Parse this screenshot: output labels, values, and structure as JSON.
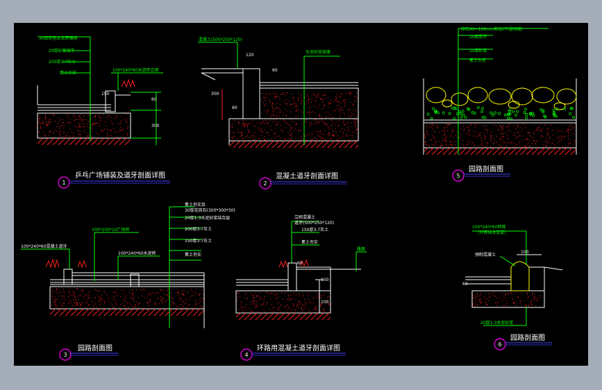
{
  "colors": {
    "background": "#000000",
    "frame": "#a4adb8",
    "line": "#ffffff",
    "leader": "#00ff00",
    "annotation": "#00ff00",
    "fill_dots": "#ff2020",
    "rock": "#ffff00",
    "callout_ring": "#ff00ff",
    "callout_underline": "#4040ff",
    "title": "#ffffff"
  },
  "details": [
    {
      "num": "1",
      "title": "乒乓广场铺装及道牙剖面详图"
    },
    {
      "num": "2",
      "title": "混凝土道牙剖面详图"
    },
    {
      "num": "3",
      "title": "园路剖面图"
    },
    {
      "num": "4",
      "title": "环路用混凝土道牙剖面详图"
    },
    {
      "num": "5",
      "title": "园路剖面图"
    },
    {
      "num": "6",
      "title": "园路剖面图"
    }
  ],
  "d1": {
    "notes": [
      "30厚彩色水泥砖铺地",
      "20厚砂浆找平",
      "200厚3:7灰土",
      "素土夯实"
    ],
    "curb_note": "100*240*60水泥砖立砌",
    "dims": [
      "150",
      "60",
      "300"
    ]
  },
  "d2": {
    "top_note": "混凝土(500*250*120)",
    "side_note": "水泥砂浆抹面",
    "dims": [
      "120",
      "60",
      "300",
      "60"
    ]
  },
  "d5": {
    "notes": [
      "卵石40~100mm粒径(不规则铺)",
      "20厚石子",
      "20厚砂浆",
      "素土夯实"
    ]
  },
  "d3": {
    "notes": [
      "素土夯实及",
      "30厚花岗石(300*300*30)",
      "20厚1:3水泥砂浆结合层",
      "200厚3:7灰土",
      "150厚3:7灰土",
      "素土夯实"
    ],
    "mid_note": "100*100*10广场砖",
    "curb_note": "100*240*60混凝土道牙",
    "curb_note2": "100*240*60水泥砖"
  },
  "d4": {
    "notes": [
      "立砌混凝土",
      "道牙(500*250*120)",
      "150厚3:7灰土",
      "素土夯实"
    ],
    "side_note": "路面",
    "dims": [
      "60",
      "150",
      "100"
    ]
  },
  "d6": {
    "top_note": "100*240*60砖砌",
    "top_note2": "(外侧抹水泥浆)",
    "left_note": "预制混凝土",
    "bottom_note": "20厚1:3水泥砂浆",
    "dims": [
      "100",
      "60"
    ]
  }
}
